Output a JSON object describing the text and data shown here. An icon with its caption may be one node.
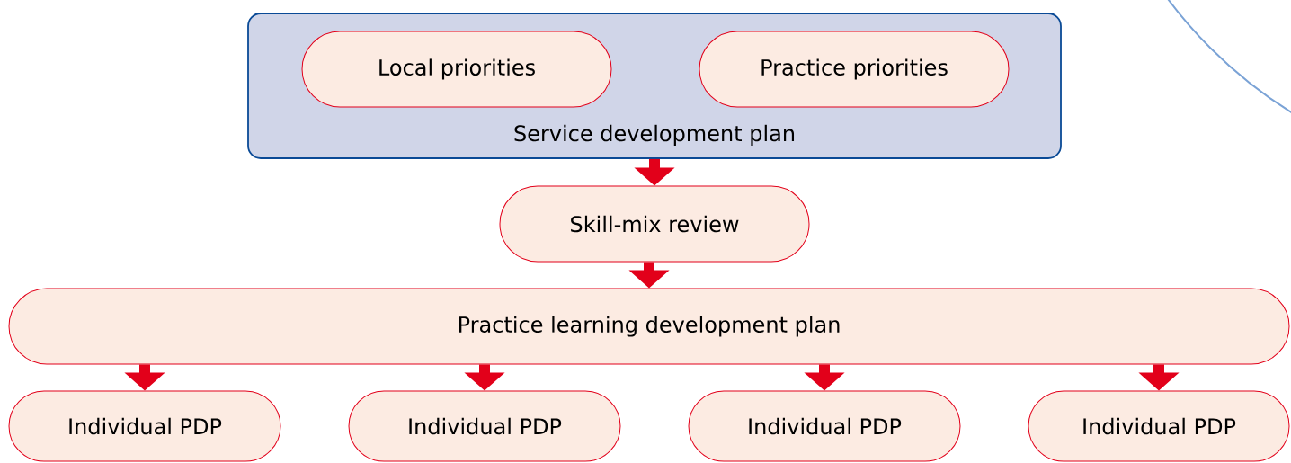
{
  "diagram": {
    "nodes": [
      {
        "text": [
          "Service development plan"
        ]
      },
      {
        "text": [
          "Local priorities"
        ],
        "in": 0
      },
      {
        "text": [
          "Practice priorities"
        ],
        "in": 0
      },
      {
        "text": [
          "Skill-mix review"
        ]
      },
      {
        "text": [
          "Practice learning development plan"
        ]
      },
      {
        "text": [
          "Individual PDP"
        ]
      },
      {
        "text": [
          "Individual PDP"
        ]
      },
      {
        "text": [
          "Individual PDP"
        ]
      },
      {
        "text": [
          "Individual PDP"
        ]
      },
      {
        "text": [],
        "shape": "circle"
      }
    ],
    "edges": [
      {
        "from": 0,
        "to": 3,
        "arrow": "to"
      },
      {
        "from": 3,
        "to": 4,
        "arrow": "to"
      },
      {
        "from": 4,
        "to": 5,
        "arrow": "to"
      },
      {
        "from": 4,
        "to": 6,
        "arrow": "to"
      },
      {
        "from": 4,
        "to": 7,
        "arrow": "to"
      },
      {
        "from": 4,
        "to": 8,
        "arrow": "to"
      }
    ]
  }
}
